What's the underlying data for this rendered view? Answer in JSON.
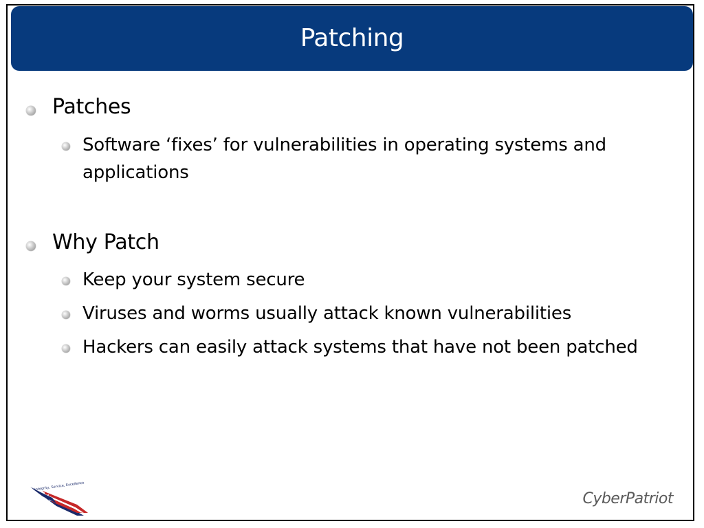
{
  "slide": {
    "title": "Patching",
    "sections": [
      {
        "heading": "Patches",
        "points": [
          "Software ‘fixes’ for vulnerabilities in operating systems and applications"
        ]
      },
      {
        "heading": "Why Patch",
        "points": [
          "Keep your system secure",
          "Viruses and worms usually attack known vulnerabilities",
          "Hackers can easily attack systems that have not been patched"
        ]
      }
    ],
    "logo_caption": "Integrity, Service, Excellence",
    "brand": "CyberPatriot"
  },
  "colors": {
    "title_bar": "#073A7D",
    "title_text": "#ffffff",
    "brand_text": "#5a5a5a"
  },
  "icons": [
    "bullet-icon",
    "air-force-logo-icon"
  ]
}
